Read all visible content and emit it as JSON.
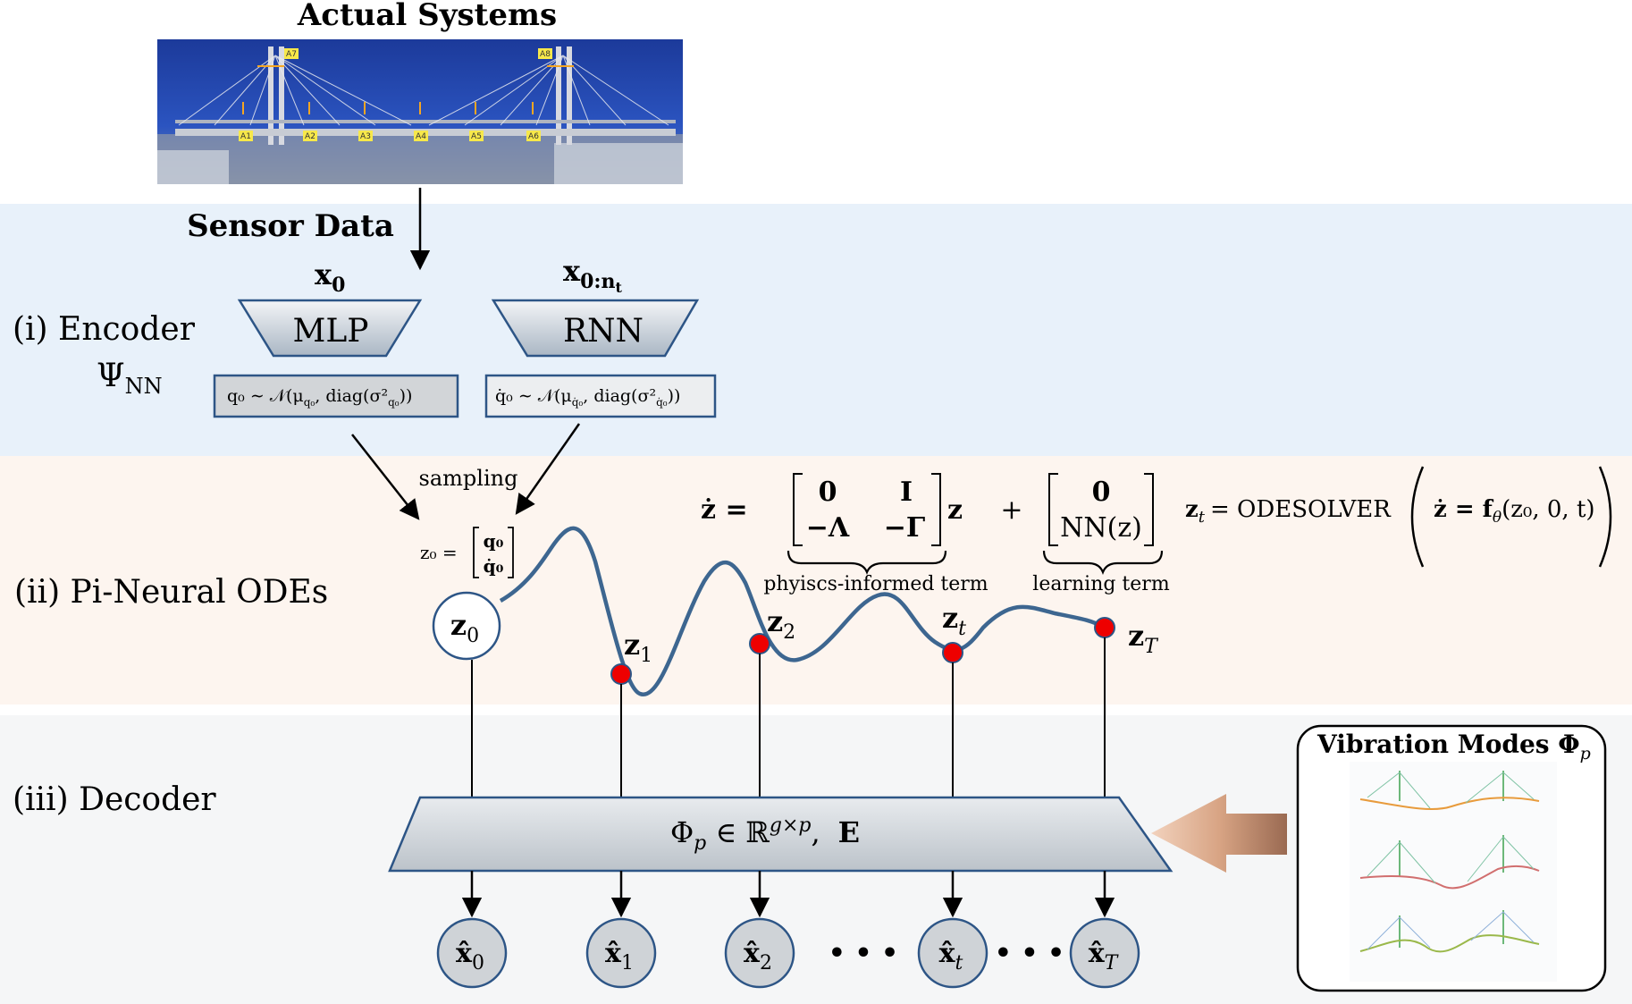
{
  "colors": {
    "encoder_band": "#e8f1fa",
    "ode_band": "#fdf5ef",
    "decoder_band": "#f5f6f7",
    "trajectory": "#3d6690",
    "state_point": "#ee0000",
    "box_stroke": "#2d5586",
    "block_fill": "#cfd3d7",
    "arrow_fill": "#d7a583"
  },
  "header": {
    "title": "Actual Systems",
    "sensor_label": "Sensor Data"
  },
  "encoder": {
    "label": "(i) Encoder",
    "symbol_main": "Ψ",
    "symbol_sub": "NN",
    "mlp": {
      "input_main": "x",
      "input_sub": "0",
      "label": "MLP",
      "dist_lhs": "q₀ ∼ 𝒩(μ",
      "dist_lhs_sub": "q₀",
      "dist_rhs": ", diag(σ²",
      "dist_rhs_sub": "q₀",
      "dist_close": "))"
    },
    "rnn": {
      "input_main": "x",
      "input_sub": "0:n",
      "input_subsub": "t",
      "label": "RNN",
      "dist_lhs": "q̇₀ ∼ 𝒩(μ",
      "dist_lhs_sub": "q̇₀",
      "dist_rhs": ", diag(σ²",
      "dist_rhs_sub": "q̇₀",
      "dist_close": "))"
    }
  },
  "ode": {
    "label": "(ii) Pi-Neural ODEs",
    "sampling_label": "sampling",
    "z0_def_lhs": "z₀ =",
    "z0_vec_top": "q₀",
    "z0_vec_bottom": "q̇₀",
    "eq_lhs": "ż =",
    "matrix": {
      "a11": "0",
      "a12": "I",
      "a21": "−Λ",
      "a22": "−Γ"
    },
    "matrix_times": "z",
    "plus": "+",
    "learn_vec_top": "0",
    "learn_vec_bottom": "NN(z)",
    "physics_term_label": "phyiscs-informed term",
    "learning_term_label": "learning term",
    "solver_lhs": "z",
    "solver_lhs_sub": "t",
    "solver_eq": "= ODESOLVER",
    "solver_arg": "ż = f",
    "solver_arg_sub": "θ",
    "solver_arg_rest": "(z₀, 0, t)",
    "states": [
      {
        "main": "z",
        "sub": "0"
      },
      {
        "main": "z",
        "sub": "1"
      },
      {
        "main": "z",
        "sub": "2"
      },
      {
        "main": "z",
        "sub": "t"
      },
      {
        "main": "z",
        "sub": "T"
      }
    ]
  },
  "decoder": {
    "label": "(iii) Decoder",
    "block_phi": "Φ",
    "block_phi_sub": "p",
    "block_in": " ∈ ℝ",
    "block_sup": "g×p",
    "block_sep": ",",
    "block_e": "E",
    "outputs": [
      {
        "main": "x̂",
        "sub": "0"
      },
      {
        "main": "x̂",
        "sub": "1"
      },
      {
        "main": "x̂",
        "sub": "2"
      },
      {
        "main": "x̂",
        "sub": "t"
      },
      {
        "main": "x̂",
        "sub": "T"
      }
    ],
    "ellipsis": "• • •"
  },
  "modes": {
    "title": "Vibration Modes Φ",
    "title_sub": "p"
  },
  "sensors": [
    "A1",
    "A2",
    "A3",
    "A4",
    "A5",
    "A6",
    "A7",
    "A8"
  ]
}
